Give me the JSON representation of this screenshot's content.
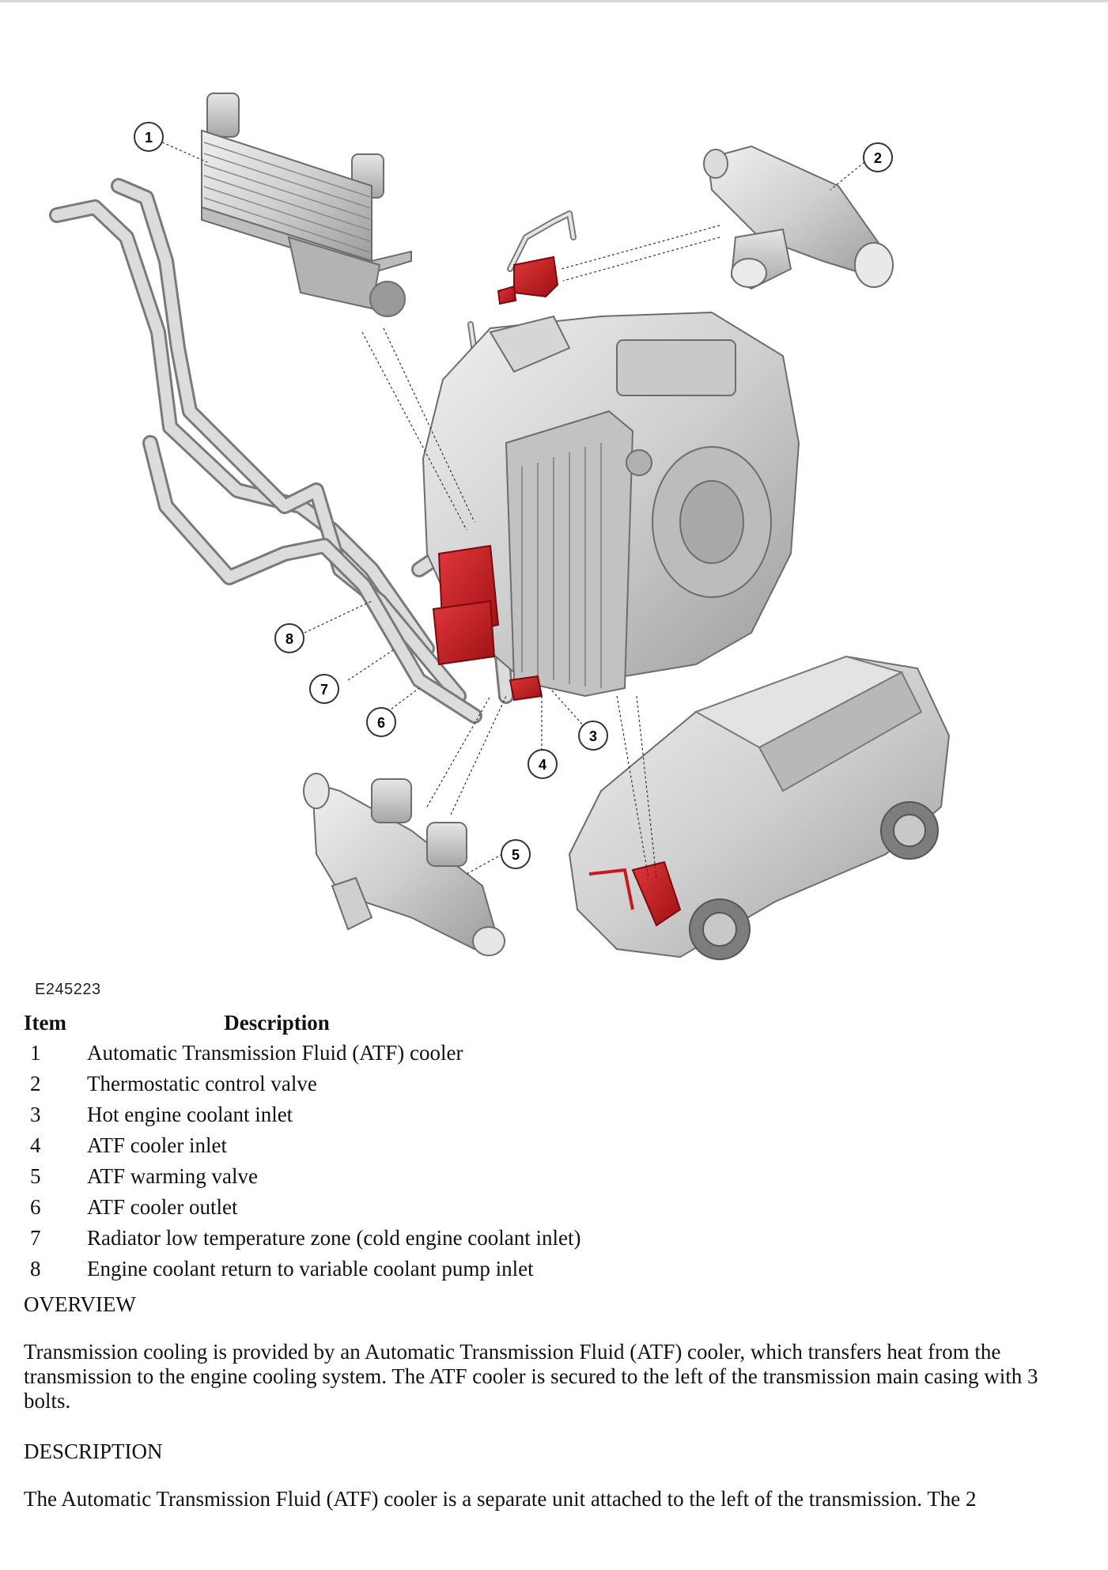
{
  "figure": {
    "id": "E245223",
    "callouts": [
      "1",
      "2",
      "3",
      "4",
      "5",
      "6",
      "7",
      "8"
    ]
  },
  "legend": {
    "headers": {
      "item": "Item",
      "description": "Description"
    },
    "rows": [
      {
        "item": "1",
        "description": "Automatic Transmission Fluid (ATF) cooler"
      },
      {
        "item": "2",
        "description": "Thermostatic control valve"
      },
      {
        "item": "3",
        "description": "Hot engine coolant inlet"
      },
      {
        "item": "4",
        "description": "ATF cooler inlet"
      },
      {
        "item": "5",
        "description": "ATF warming valve"
      },
      {
        "item": "6",
        "description": "ATF cooler outlet"
      },
      {
        "item": "7",
        "description": "Radiator low temperature zone (cold engine coolant inlet)"
      },
      {
        "item": "8",
        "description": "Engine coolant return to variable coolant pump inlet"
      }
    ]
  },
  "overview": {
    "heading": "OVERVIEW",
    "text": "Transmission cooling is provided by an Automatic Transmission Fluid (ATF) cooler, which transfers heat from the transmission to the engine cooling system. The ATF cooler is secured to the left of the transmission main casing with 3 bolts."
  },
  "description": {
    "heading": "DESCRIPTION",
    "text": "The Automatic Transmission Fluid (ATF) cooler is a separate unit attached to the left of the transmission. The 2"
  },
  "colors": {
    "highlight": "#c8191e",
    "part": "#d2d2d2",
    "outline": "#6d6d6d"
  }
}
